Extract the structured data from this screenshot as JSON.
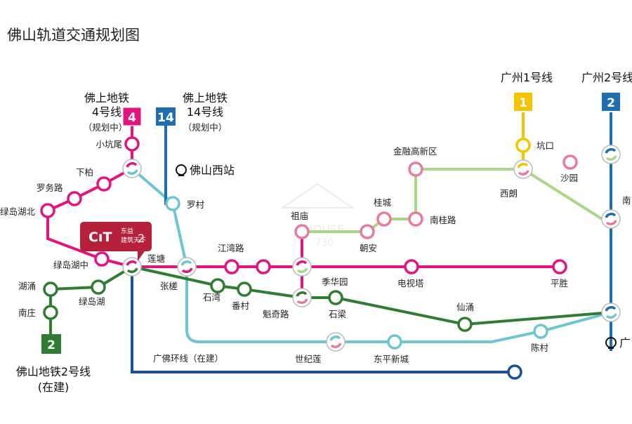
{
  "title": "佛山轨道交通规划图",
  "colors": {
    "fs4": "#e3147f",
    "fs14": "#1f6fb0",
    "fs2": "#2e7d32",
    "gz1": "#f5c400",
    "gz2": "#1f6fb0",
    "lightgreen": "#a8d886",
    "teal": "#6cc5d3",
    "pink_station": "#e87aa0",
    "gf": "#1a4f9b"
  },
  "line_headers": {
    "fs4": {
      "name1": "佛上地铁",
      "name2": "4号线",
      "note": "（规划中）",
      "badge": "4"
    },
    "fs14": {
      "name1": "佛上地铁",
      "name2": "14号线",
      "note": "（规划中）",
      "badge": "14"
    },
    "gz1": {
      "name": "广州1号线",
      "badge": "1"
    },
    "gz2": {
      "name": "广州2号线",
      "badge": "2"
    },
    "fs2": {
      "name1": "佛山地铁2号线",
      "name2": "(在建)",
      "badge": "2"
    }
  },
  "stations": {
    "xiaokengwei": "小坑尾",
    "xiabai": "下柏",
    "luowulu": "罗务路",
    "lvdaohubei": "绿岛湖北",
    "lvdaohuzhong": "绿岛湖中",
    "lvdaohu": "绿岛湖",
    "huyong": "湖涌",
    "nanzhuang": "南庄",
    "foshanxizhan": "佛山西站",
    "luocun": "罗村",
    "liantang": "莲塘",
    "zhangcha": "张槎",
    "jiangwanlu": "江湾路",
    "shiwan": "石湾",
    "fancun": "番村",
    "kuiqilu": "魁奇路",
    "zumiao": "祖庙",
    "jihuayuan": "季华园",
    "shiliang": "石梁",
    "chaoan": "朝安",
    "guicheng": "桂城",
    "nanguilu": "南桂路",
    "jinronggaoxinqu": "金融高新区",
    "dianshita": "电视塔",
    "pingsheng": "平胜",
    "xianyong": "仙涌",
    "chencun": "陈村",
    "dongpingxincheng": "东平新城",
    "shijilian": "世纪莲",
    "kengkou": "坑口",
    "xilang": "西朗",
    "shayuan": "沙园",
    "nan_partial": "南",
    "guang_partial": "广",
    "guangfo_huanxian": "广佛环线（在建）"
  },
  "logo": {
    "brand": "东益",
    "line1": "东益",
    "line2": "建筑天下",
    "mark": "2"
  },
  "watermark": {
    "line1": "HOUSE",
    "line2": "730"
  }
}
